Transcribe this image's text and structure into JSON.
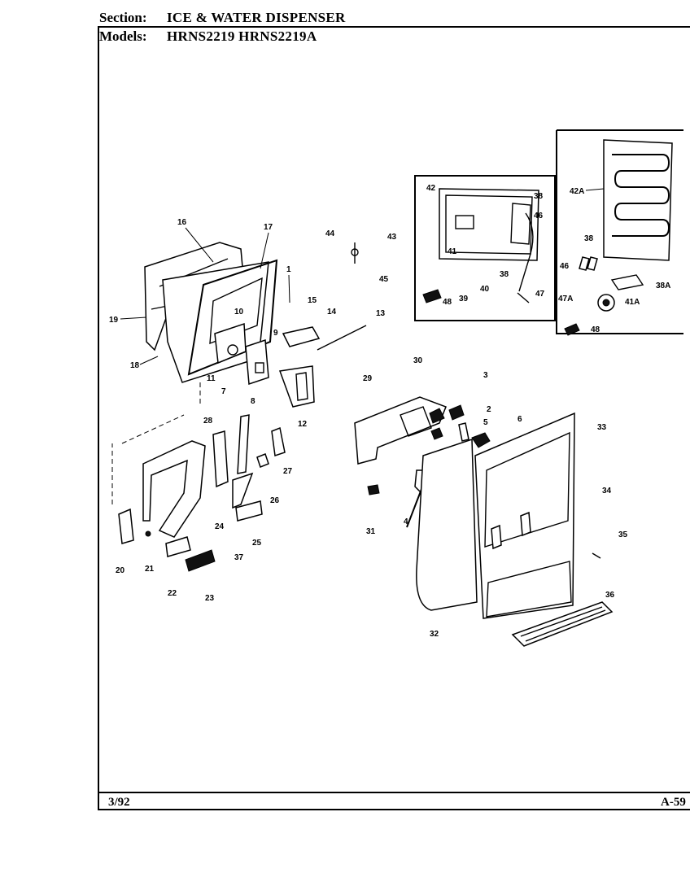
{
  "header": {
    "section_label": "Section:",
    "section_value": "ICE & WATER DISPENSER",
    "models_label": "Models:",
    "models_value": "HRNS2219   HRNS2219A"
  },
  "footer": {
    "date": "3/92",
    "page": "A-59"
  },
  "callouts": [
    "1",
    "2",
    "3",
    "4",
    "5",
    "6",
    "7",
    "8",
    "9",
    "10",
    "11",
    "12",
    "13",
    "14",
    "15",
    "16",
    "17",
    "18",
    "19",
    "20",
    "21",
    "22",
    "23",
    "24",
    "25",
    "26",
    "27",
    "28",
    "29",
    "30",
    "31",
    "32",
    "33",
    "34",
    "35",
    "36",
    "37",
    "38",
    "38A",
    "39",
    "40",
    "41",
    "41A",
    "42",
    "42A",
    "43",
    "44",
    "45",
    "46",
    "47",
    "47A",
    "48"
  ]
}
